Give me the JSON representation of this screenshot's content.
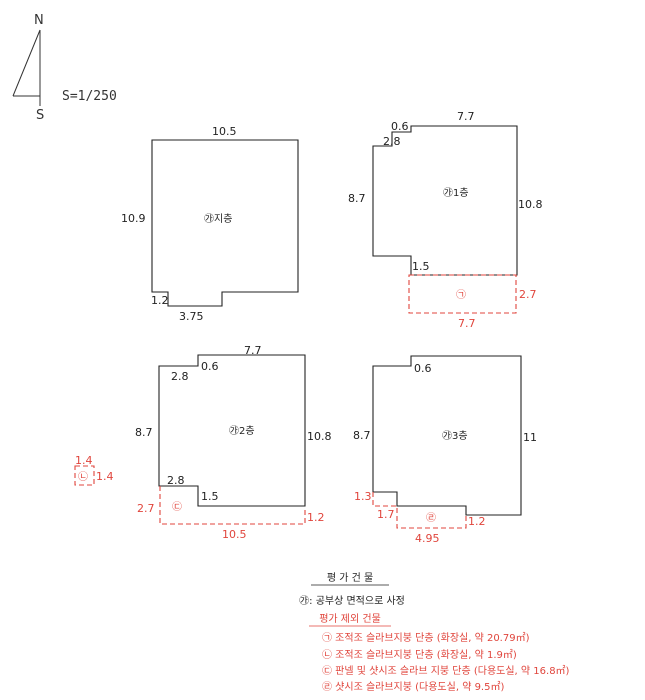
{
  "compass": {
    "north": "N",
    "south": "S",
    "scale": "S=1/250"
  },
  "colors": {
    "line": "#222222",
    "excluded": "#e0453c"
  },
  "floors": {
    "basement": {
      "label": "㉮지층",
      "dims": {
        "top": "10.5",
        "left": "10.9",
        "notch_side": "1.2",
        "notch_bottom": "3.75"
      }
    },
    "f1": {
      "label": "㉮1층",
      "dims": {
        "step_top": "0.6",
        "top": "7.7",
        "step_side": "2.8",
        "left": "8.7",
        "right": "10.8",
        "inner_bottom": "1.5"
      },
      "ext": {
        "mark": "㉠",
        "right": "2.7",
        "bottom": "7.7"
      }
    },
    "f2": {
      "label": "㉮2층",
      "dims": {
        "top": "7.7",
        "step_side": "2.8",
        "step_top": "0.6",
        "left": "8.7",
        "right": "10.8",
        "inner_side": "2.8",
        "inner_bottom": "1.5"
      },
      "ext": {
        "mark": "㉢",
        "left": "2.7",
        "right": "1.2",
        "bottom": "10.5"
      }
    },
    "f3": {
      "label": "㉮3층",
      "dims": {
        "step_top": "0.6",
        "left": "8.7",
        "right": "11"
      },
      "ext": {
        "mark": "㉣",
        "left_outer": "1.3",
        "left_inner": "1.7",
        "right": "1.2",
        "bottom": "4.95"
      }
    },
    "small": {
      "mark": "㉡",
      "top": "1.4",
      "side": "1.4"
    }
  },
  "legend": {
    "title": "평 가 건 물",
    "note": "㉮: 공부상 면적으로 사정",
    "excluded_title": "평가 제외 건물",
    "items": [
      "㉠ 조적조 슬라브지붕 단층 (화장실, 약 20.79㎡)",
      "㉡ 조적조 슬라브지붕 단층 (화장실, 약 1.9㎡)",
      "㉢ 판넬 및 샷시조 슬라브 지붕 단층 (다용도실, 약 16.8㎡)",
      "㉣ 샷시조 슬라브지붕 (다용도실, 약 9.5㎡)"
    ]
  }
}
